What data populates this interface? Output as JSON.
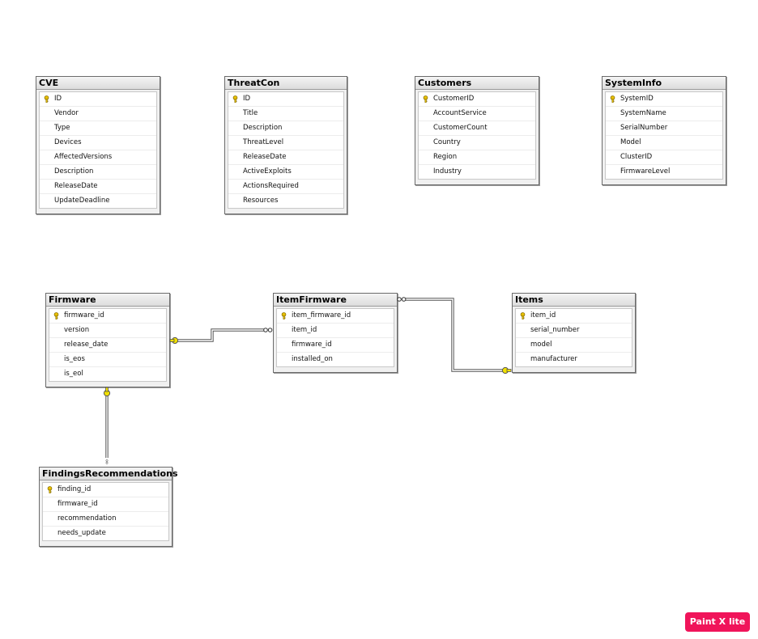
{
  "tables": {
    "cve": {
      "title": "CVE",
      "columns": [
        {
          "name": "ID",
          "pk": true
        },
        {
          "name": "Vendor"
        },
        {
          "name": "Type"
        },
        {
          "name": "Devices"
        },
        {
          "name": "AffectedVersions"
        },
        {
          "name": "Description"
        },
        {
          "name": "ReleaseDate"
        },
        {
          "name": "UpdateDeadline"
        }
      ]
    },
    "threatcon": {
      "title": "ThreatCon",
      "columns": [
        {
          "name": "ID",
          "pk": true
        },
        {
          "name": "Title"
        },
        {
          "name": "Description"
        },
        {
          "name": "ThreatLevel"
        },
        {
          "name": "ReleaseDate"
        },
        {
          "name": "ActiveExploits"
        },
        {
          "name": "ActionsRequired"
        },
        {
          "name": "Resources"
        }
      ]
    },
    "customers": {
      "title": "Customers",
      "columns": [
        {
          "name": "CustomerID",
          "pk": true
        },
        {
          "name": "AccountService"
        },
        {
          "name": "CustomerCount"
        },
        {
          "name": "Country"
        },
        {
          "name": "Region"
        },
        {
          "name": "Industry"
        }
      ]
    },
    "systeminfo": {
      "title": "SystemInfo",
      "columns": [
        {
          "name": "SystemID",
          "pk": true
        },
        {
          "name": "SystemName"
        },
        {
          "name": "SerialNumber"
        },
        {
          "name": "Model"
        },
        {
          "name": "ClusterID"
        },
        {
          "name": "FirmwareLevel"
        }
      ]
    },
    "firmware": {
      "title": "Firmware",
      "columns": [
        {
          "name": "firmware_id",
          "pk": true
        },
        {
          "name": "version"
        },
        {
          "name": "release_date"
        },
        {
          "name": "is_eos"
        },
        {
          "name": "is_eol"
        }
      ]
    },
    "itemfirmware": {
      "title": "ItemFirmware",
      "columns": [
        {
          "name": "item_firmware_id",
          "pk": true
        },
        {
          "name": "item_id"
        },
        {
          "name": "firmware_id"
        },
        {
          "name": "installed_on"
        }
      ]
    },
    "items": {
      "title": "Items",
      "columns": [
        {
          "name": "item_id",
          "pk": true
        },
        {
          "name": "serial_number"
        },
        {
          "name": "model"
        },
        {
          "name": "manufacturer"
        }
      ]
    },
    "findings": {
      "title": "FindingsRecommendations",
      "columns": [
        {
          "name": "finding_id",
          "pk": true
        },
        {
          "name": "firmware_id"
        },
        {
          "name": "recommendation"
        },
        {
          "name": "needs_update"
        }
      ]
    }
  },
  "icons": {
    "primary_key": "key-icon",
    "one_end": "key-end-icon",
    "many_end": "infinity-end-icon"
  },
  "colors": {
    "key": "#e8c000",
    "line": "#555555"
  },
  "badge": {
    "label": "Paint X lite"
  }
}
